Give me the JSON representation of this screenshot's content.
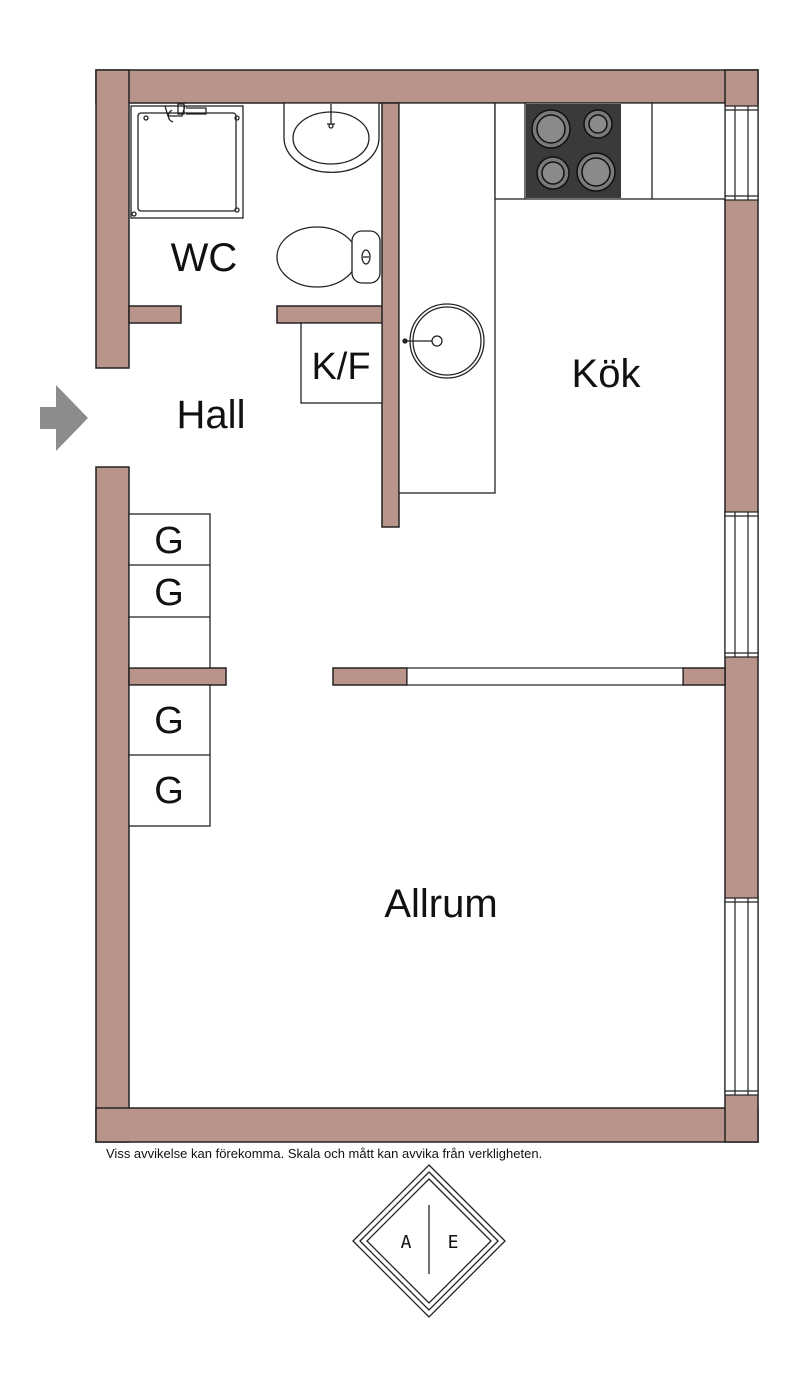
{
  "rooms": {
    "wc": "WC",
    "kf": "K/F",
    "hall": "Hall",
    "kok": "Kök",
    "allrum": "Allrum"
  },
  "closets": [
    "G",
    "G",
    "G",
    "G"
  ],
  "disclaimer": "Viss avvikelse kan förekomma. Skala och mått kan avvika från verkligheten.",
  "logo": {
    "left": "A",
    "right": "E"
  },
  "colors": {
    "wall": "#b9948a",
    "stove": "#3a3a3a",
    "entry_arrow": "#8c8c8c"
  }
}
